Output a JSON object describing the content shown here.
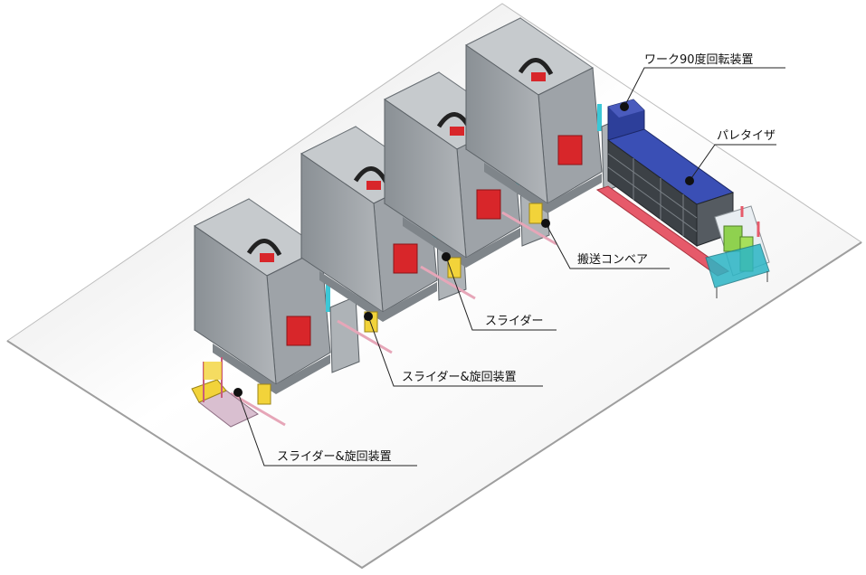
{
  "callouts": [
    {
      "id": "rotator",
      "label": "ワーク90度回転装置"
    },
    {
      "id": "palletizer",
      "label": "パレタイザ"
    },
    {
      "id": "conveyor",
      "label": "搬送コンベア"
    },
    {
      "id": "slider",
      "label": "スライダー"
    },
    {
      "id": "slider-turn-1",
      "label": "スライダー&旋回装置"
    },
    {
      "id": "slider-turn-2",
      "label": "スライダー&旋回装置"
    }
  ],
  "colors": {
    "floor_top": "#f2f2f2",
    "floor_edge": "#b5b5b5",
    "machine_body": "#9ea3a8",
    "machine_dark": "#6f757b",
    "machine_light": "#c6cacd",
    "door_red": "#d8262a",
    "window_cyan": "#3cc7d6",
    "yellow": "#f2d33a",
    "blue": "#2d3f9a",
    "pink": "#e6a6b8",
    "green": "#8fd14f"
  }
}
